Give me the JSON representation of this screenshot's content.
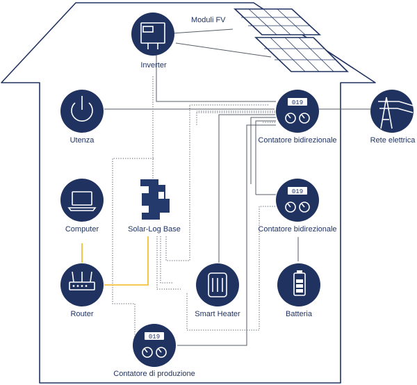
{
  "colors": {
    "navy": "#1f3260",
    "line": "#555b66",
    "accent": "#f0b820",
    "background": "#ffffff"
  },
  "labels": {
    "modules": "Moduli FV",
    "inverter": "Inverter",
    "consumer": "Utenza",
    "meter_top": "Contatore bidirezionale",
    "grid": "Rete elettrica",
    "computer": "Computer",
    "solarlog": "Solar-Log Base",
    "meter_mid": "Contatore bidirezionale",
    "router": "Router",
    "heater": "Smart Heater",
    "battery": "Batteria",
    "meter_prod": "Contatore di produzione"
  },
  "meter_digits": "019",
  "icons": {
    "inverter": "inverter-icon",
    "consumer": "power-icon",
    "meter": "meter-icon",
    "grid": "power-pylon-icon",
    "computer": "laptop-icon",
    "router": "router-icon",
    "heater": "heater-icon",
    "battery": "battery-icon",
    "logo": "solar-log-logo"
  }
}
